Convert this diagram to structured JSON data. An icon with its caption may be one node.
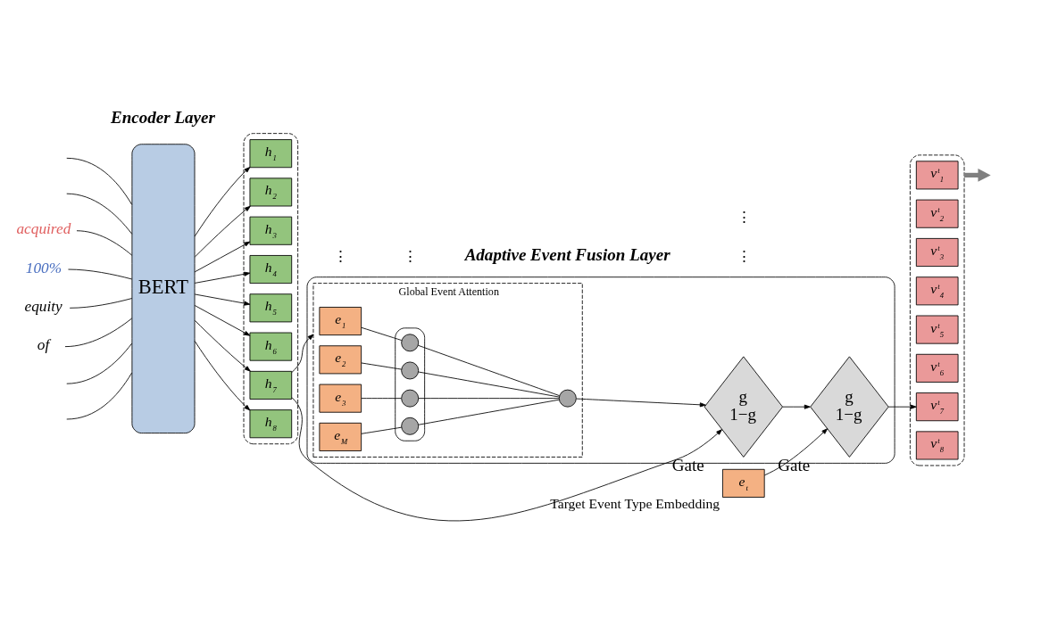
{
  "diagram": {
    "nodes": [
      {
        "text": [
          "acquired"
        ]
      },
      {
        "text": [
          "100%"
        ]
      },
      {
        "text": [
          "equity"
        ]
      },
      {
        "text": [
          "of"
        ]
      },
      {
        "text": [
          "BERT"
        ]
      },
      {
        "text": [],
        "shape": "box"
      },
      {
        "text": [
          "h$_{1}$"
        ],
        "in": 5
      },
      {
        "text": [
          "h$_{2}$"
        ],
        "in": 5
      },
      {
        "text": [
          "h$_{3}$"
        ],
        "in": 5
      },
      {
        "text": [
          "h$_{4}$"
        ],
        "in": 5
      },
      {
        "text": [
          "h$_{5}$"
        ],
        "in": 5
      },
      {
        "text": [
          "h$_{6}$"
        ],
        "in": 5
      },
      {
        "text": [
          "h$_{7}$"
        ],
        "in": 5
      },
      {
        "text": [
          "h$_{8}$"
        ],
        "in": 5
      },
      {
        "text": [
          "e$_{t}$"
        ],
        "beside": [
          "Target Event Type Embedding"
        ]
      },
      {
        "text": [],
        "shape": "box"
      },
      {
        "text": [
          "Global Event Attention"
        ],
        "in": 15
      },
      {
        "text": [
          "e$_{1}$"
        ],
        "in": 16
      },
      {
        "text": [
          "e$_{2}$"
        ],
        "in": 16
      },
      {
        "text": [
          "e$_{3}$"
        ],
        "in": 16
      },
      {
        "text": [
          "e$_{M}$"
        ],
        "in": 16
      },
      {
        "text": [],
        "shape": "box",
        "in": 16
      },
      {
        "text": [],
        "shape": "circle",
        "in": 21
      },
      {
        "text": [],
        "shape": "circle",
        "in": 21
      },
      {
        "text": [],
        "shape": "circle",
        "in": 21
      },
      {
        "text": [],
        "shape": "circle",
        "in": 21
      },
      {
        "text": [],
        "shape": "circle",
        "in": 16
      },
      {
        "text": [
          "g",
          "1−g"
        ],
        "beside": [
          "Gate"
        ],
        "in": 15
      },
      {
        "text": [
          "g",
          "1−g"
        ],
        "beside": [
          "Gate"
        ],
        "in": 15
      },
      {
        "text": [],
        "shape": "box"
      },
      {
        "text": [
          "v$^{t}$$_{1}$"
        ],
        "in": 29
      },
      {
        "text": [
          "v$^{t}$$_{2}$"
        ],
        "in": 29
      },
      {
        "text": [
          "v$^{t}$$_{3}$"
        ],
        "in": 29
      },
      {
        "text": [
          "v$^{t}$$_{4}$"
        ],
        "in": 29
      },
      {
        "text": [
          "v$^{t}$$_{5}$"
        ],
        "in": 29
      },
      {
        "text": [
          "v$^{t}$$_{6}$"
        ],
        "in": 29
      },
      {
        "text": [
          "v$^{t}$$_{7}$"
        ],
        "in": 29
      },
      {
        "text": [
          "v$^{t}$$_{8}$"
        ],
        "in": 29
      }
    ],
    "edges": [
      {
        "from": null,
        "to": 4,
        "arrow": "none"
      },
      {
        "from": null,
        "to": 4,
        "arrow": "none"
      },
      {
        "from": 0,
        "to": 4,
        "arrow": "none"
      },
      {
        "from": 1,
        "to": 4,
        "arrow": "none"
      },
      {
        "from": 2,
        "to": 4,
        "arrow": "none"
      },
      {
        "from": 3,
        "to": 4,
        "arrow": "none"
      },
      {
        "from": null,
        "to": 4,
        "arrow": "none"
      },
      {
        "from": null,
        "to": 4,
        "arrow": "none"
      },
      {
        "from": 4,
        "to": 6,
        "arrow": "to"
      },
      {
        "from": 4,
        "to": 7,
        "arrow": "to"
      },
      {
        "from": 4,
        "to": 8,
        "arrow": "to"
      },
      {
        "from": 4,
        "to": 9,
        "arrow": "to"
      },
      {
        "from": 4,
        "to": 10,
        "arrow": "to"
      },
      {
        "from": 4,
        "to": 11,
        "arrow": "to"
      },
      {
        "from": 4,
        "to": 12,
        "arrow": "to"
      },
      {
        "from": 4,
        "to": 13,
        "arrow": "to"
      },
      {
        "from": 17,
        "to": 22,
        "arrow": "none"
      },
      {
        "from": 18,
        "to": 23,
        "arrow": "none"
      },
      {
        "from": 19,
        "to": 24,
        "arrow": "none"
      },
      {
        "from": 20,
        "to": 25,
        "arrow": "none"
      },
      {
        "from": 22,
        "to": 26,
        "arrow": "none"
      },
      {
        "from": 23,
        "to": 26,
        "arrow": "none"
      },
      {
        "from": 24,
        "to": 26,
        "arrow": "none"
      },
      {
        "from": 25,
        "to": 26,
        "arrow": "none"
      },
      {
        "from": 26,
        "to": 27,
        "arrow": "to"
      },
      {
        "from": 12,
        "to": 16,
        "arrow": "to"
      },
      {
        "from": 12,
        "to": 27,
        "arrow": "to"
      },
      {
        "from": 27,
        "to": 28,
        "arrow": "to"
      },
      {
        "from": 14,
        "to": 28,
        "arrow": "to"
      },
      {
        "from": 28,
        "to": 36,
        "arrow": "to"
      },
      {
        "from": 29,
        "to": null,
        "arrow": "to",
        "style": "thick",
        "color": "#808080"
      }
    ],
    "labels": [
      "⋮",
      "⋮",
      "⋮",
      "⋮",
      "Encoder Layer",
      "Adaptive Event Fusion Layer"
    ]
  }
}
